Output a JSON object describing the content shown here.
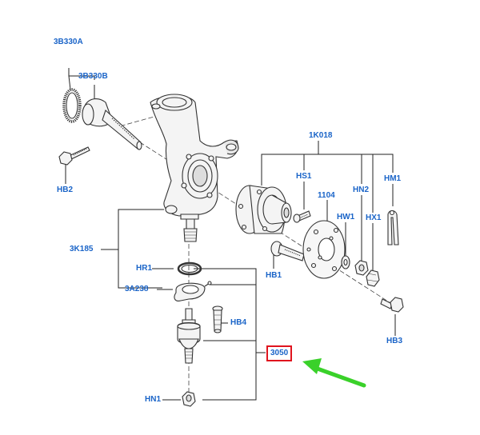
{
  "colors": {
    "label": "#1a64c8",
    "highlight_box": "#e0141e",
    "arrow": "#3ad12a",
    "line": "#222222",
    "part_fill": "#f2f2f2",
    "part_stroke": "#333333"
  },
  "labels": {
    "3B330A": "3B330A",
    "3B330B": "3B330B",
    "HB2": "HB2",
    "1K018": "1K018",
    "HS1": "HS1",
    "1104": "1104",
    "HN2": "HN2",
    "HM1": "HM1",
    "HW1": "HW1",
    "HX1": "HX1",
    "3K185": "3K185",
    "HR1": "HR1",
    "HB1": "HB1",
    "3A238": "3A238",
    "HB4": "HB4",
    "HB3": "HB3",
    "3050": "3050",
    "HN1": "HN1"
  },
  "highlighted_part": "3050",
  "icons": [
    "pointer-arrow-icon"
  ]
}
